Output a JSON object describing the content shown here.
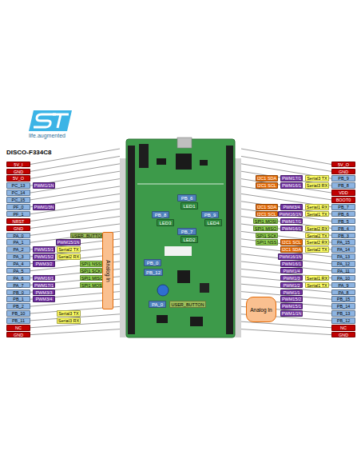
{
  "diagram": {
    "title": "DISCO-F334C8",
    "nodes": [
      {
        "text": [
          "5V_I"
        ]
      },
      {
        "text": [
          "GND"
        ]
      },
      {
        "text": [
          "5V_O"
        ]
      },
      {
        "text": [
          "PC_13"
        ]
      },
      {
        "text": [
          "PC_14"
        ]
      },
      {
        "text": [
          "PC_15"
        ]
      },
      {
        "text": [
          "PF_0"
        ]
      },
      {
        "text": [
          "PF_1"
        ]
      },
      {
        "text": [
          "NRST"
        ]
      },
      {
        "text": [
          "GND"
        ]
      },
      {
        "text": [
          "PA_0"
        ]
      },
      {
        "text": [
          "PA_1"
        ]
      },
      {
        "text": [
          "PA_2"
        ]
      },
      {
        "text": [
          "PA_3"
        ]
      },
      {
        "text": [
          "PA_4"
        ]
      },
      {
        "text": [
          "PA_5"
        ]
      },
      {
        "text": [
          "PA_6"
        ]
      },
      {
        "text": [
          "PA_7"
        ]
      },
      {
        "text": [
          "PB_0"
        ]
      },
      {
        "text": [
          "PB_1"
        ]
      },
      {
        "text": [
          "PB_2"
        ]
      },
      {
        "text": [
          "PB_10"
        ]
      },
      {
        "text": [
          "PB_11"
        ]
      },
      {
        "text": [
          "NC"
        ]
      },
      {
        "text": [
          "GND"
        ]
      },
      {
        "text": [
          "PWM1/1N"
        ]
      },
      {
        "text": [
          "PWM1/3N"
        ]
      },
      {
        "text": [
          "USER_BUTTON"
        ]
      },
      {
        "text": [
          "PWM15/1N"
        ]
      },
      {
        "text": [
          "PWM15/1"
        ]
      },
      {
        "text": [
          "Serial2 TX"
        ]
      },
      {
        "text": [
          "PWM15/2"
        ]
      },
      {
        "text": [
          "Serial2 RX"
        ]
      },
      {
        "text": [
          "PWM3/2"
        ]
      },
      {
        "text": [
          "SPI1 NSS"
        ]
      },
      {
        "text": [
          "SPI1 SCK"
        ]
      },
      {
        "text": [
          "PWM16/1"
        ]
      },
      {
        "text": [
          "SPI1 MISO"
        ]
      },
      {
        "text": [
          "PWM17/1"
        ]
      },
      {
        "text": [
          "SPI1 MOSI"
        ]
      },
      {
        "text": [
          "PWM3/3"
        ]
      },
      {
        "text": [
          "PWM3/4"
        ]
      },
      {
        "text": [
          "Analog In"
        ]
      },
      {
        "text": [
          "Serial3 TX"
        ]
      },
      {
        "text": [
          "Serial3 RX"
        ]
      },
      {
        "text": [
          "PB_6"
        ]
      },
      {
        "text": [
          "LED1"
        ]
      },
      {
        "text": [
          "PB_8"
        ]
      },
      {
        "text": [
          "LED3"
        ]
      },
      {
        "text": [
          "PB_9"
        ]
      },
      {
        "text": [
          "LED4"
        ]
      },
      {
        "text": [
          "PB_7"
        ]
      },
      {
        "text": [
          "LED2"
        ]
      },
      {
        "text": [
          "PB_0"
        ]
      },
      {
        "text": [
          "PB_12"
        ]
      },
      {
        "text": [
          "PA_0"
        ]
      },
      {
        "text": [
          "USER_BUTTON"
        ]
      },
      {
        "text": [
          "I2C1 SDA"
        ]
      },
      {
        "text": [
          "PWM17/1"
        ]
      },
      {
        "text": [
          "Serial3 TX"
        ]
      },
      {
        "text": [
          "I2C1 SCL"
        ]
      },
      {
        "text": [
          "PWM16/1"
        ]
      },
      {
        "text": [
          "Serial3 RX"
        ]
      },
      {
        "text": [
          "I2C1 SDA"
        ]
      },
      {
        "text": [
          "PWM3/4"
        ]
      },
      {
        "text": [
          "Serial1 RX"
        ]
      },
      {
        "text": [
          "I2C1 SCL"
        ]
      },
      {
        "text": [
          "PWM16/1N"
        ]
      },
      {
        "text": [
          "Serial1 TX"
        ]
      },
      {
        "text": [
          "SPI1 MOSI"
        ]
      },
      {
        "text": [
          "PWM17/1"
        ]
      },
      {
        "text": [
          "SPI1 MISO"
        ]
      },
      {
        "text": [
          "PWM16/1"
        ]
      },
      {
        "text": [
          "Serial2 RX"
        ]
      },
      {
        "text": [
          "SPI1 SCK"
        ]
      },
      {
        "text": [
          "Serial2 TX"
        ]
      },
      {
        "text": [
          "SPI1 NSS"
        ]
      },
      {
        "text": [
          "I2C1 SCL"
        ]
      },
      {
        "text": [
          "Serial2 RX"
        ]
      },
      {
        "text": [
          "I2C1 SDA"
        ]
      },
      {
        "text": [
          "Serial2 TX"
        ]
      },
      {
        "text": [
          "PWM16/1N"
        ]
      },
      {
        "text": [
          "PWM16/1"
        ]
      },
      {
        "text": [
          "PWM1/4"
        ]
      },
      {
        "text": [
          "PWM1/3"
        ]
      },
      {
        "text": [
          "Serial1 RX"
        ]
      },
      {
        "text": [
          "PWM1/2"
        ]
      },
      {
        "text": [
          "Serial1 TX"
        ]
      },
      {
        "text": [
          "PWM1/1"
        ]
      },
      {
        "text": [
          "PWM15/2"
        ]
      },
      {
        "text": [
          "PWM15/1"
        ]
      },
      {
        "text": [
          "PWM1/1N"
        ]
      },
      {
        "text": [
          "Analog In"
        ]
      },
      {
        "text": [
          "5V_O"
        ]
      },
      {
        "text": [
          "GND"
        ]
      },
      {
        "text": [
          "PB_9"
        ]
      },
      {
        "text": [
          "PB_8"
        ]
      },
      {
        "text": [
          "VDD"
        ]
      },
      {
        "text": [
          "BOOT0"
        ]
      },
      {
        "text": [
          "PB_7"
        ]
      },
      {
        "text": [
          "PB_6"
        ]
      },
      {
        "text": [
          "PB_5"
        ]
      },
      {
        "text": [
          "PB_4"
        ]
      },
      {
        "text": [
          "PB_3"
        ]
      },
      {
        "text": [
          "PA_15"
        ]
      },
      {
        "text": [
          "PA_14"
        ]
      },
      {
        "text": [
          "PA_13"
        ]
      },
      {
        "text": [
          "PA_12"
        ]
      },
      {
        "text": [
          "PA_11"
        ]
      },
      {
        "text": [
          "PA_10"
        ]
      },
      {
        "text": [
          "PA_9"
        ]
      },
      {
        "text": [
          "PA_8"
        ]
      },
      {
        "text": [
          "PB_15"
        ]
      },
      {
        "text": [
          "PB_14"
        ]
      },
      {
        "text": [
          "PB_13"
        ]
      },
      {
        "text": [
          "PB_12"
        ]
      },
      {
        "text": [
          "NC"
        ]
      },
      {
        "text": [
          "GND"
        ]
      }
    ],
    "labels": [
      "life.augmented"
    ]
  }
}
